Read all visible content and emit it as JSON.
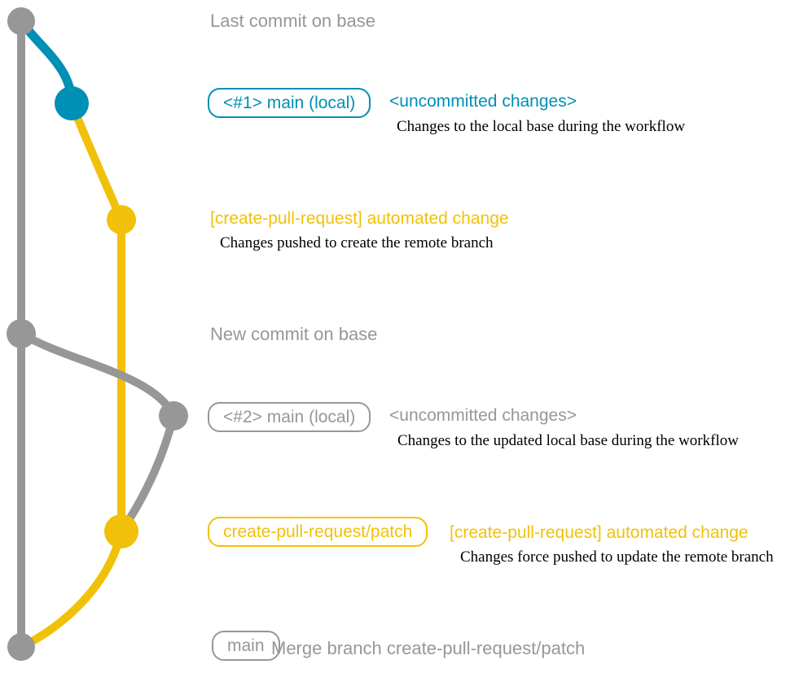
{
  "colors": {
    "gray": "#979797",
    "blue": "#008fb5",
    "yellow": "#f1c109",
    "note_text": "#000000",
    "background": "#ffffff"
  },
  "annotations": {
    "last_commit_label": "Last commit on base",
    "new_commit_label": "New commit on base"
  },
  "rows": {
    "commit1": {
      "badge": "<#1> main (local)",
      "message": "<uncommitted changes>",
      "note": "Changes to the local base during the workflow"
    },
    "push1": {
      "message": "[create-pull-request] automated change",
      "note": "Changes pushed to create the remote branch"
    },
    "commit2": {
      "badge": "<#2> main (local)",
      "message": "<uncommitted changes>",
      "note": "Changes to the updated local base during the workflow"
    },
    "push2": {
      "badge": "create-pull-request/patch",
      "message": "[create-pull-request] automated change",
      "note": "Changes force pushed to update the remote branch"
    },
    "merge": {
      "badge": "main",
      "message": "Merge branch create-pull-request/patch"
    }
  }
}
